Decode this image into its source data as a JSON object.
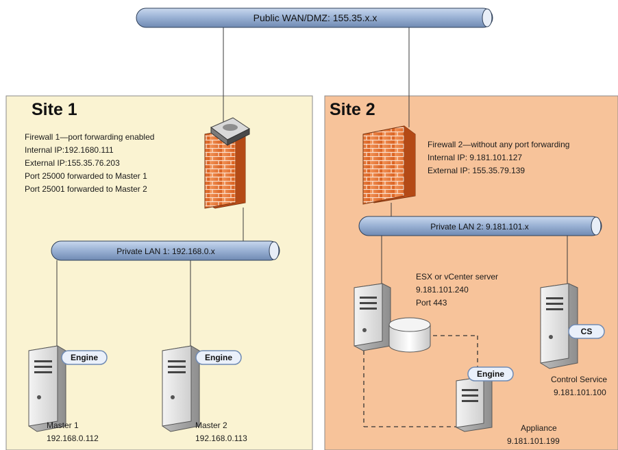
{
  "wan": {
    "label": "Public WAN/DMZ: 155.35.x.x"
  },
  "site1": {
    "title": "Site 1",
    "firewall_info": [
      "Firewall 1—port forwarding enabled",
      "Internal IP:192.1680.111",
      "External IP:155.35.76.203",
      "Port 25000 forwarded to Master 1",
      "Port 25001 forwarded to Master 2"
    ],
    "lan_label": "Private LAN 1: 192.168.0.x",
    "master1": {
      "badge": "Engine",
      "name": "Master 1",
      "ip": "192.168.0.112"
    },
    "master2": {
      "badge": "Engine",
      "name": "Master 2",
      "ip": "192.168.0.113"
    }
  },
  "site2": {
    "title": "Site 2",
    "firewall_info": [
      "Firewall 2—without any port forwarding",
      "Internal IP: 9.181.101.127",
      "External IP: 155.35.79.139"
    ],
    "lan_label": "Private LAN 2: 9.181.101.x",
    "esx": {
      "lines": [
        "ESX or vCenter server",
        "9.181.101.240",
        "Port 443"
      ]
    },
    "appliance": {
      "badge": "Engine",
      "name": "Appliance",
      "ip": "9.181.101.199"
    },
    "control": {
      "badge": "CS",
      "name": "Control Service",
      "ip": "9.181.101.100"
    }
  },
  "colors": {
    "site1_bg": "#FAF3D2",
    "site2_bg": "#F7C39A",
    "pipe": "#9DB4D6",
    "firewall": "#E97232",
    "server": "#E6E6E6"
  },
  "icons": [
    "firewall-icon",
    "router-icon",
    "server-icon",
    "storage-icon",
    "pipe-icon"
  ]
}
